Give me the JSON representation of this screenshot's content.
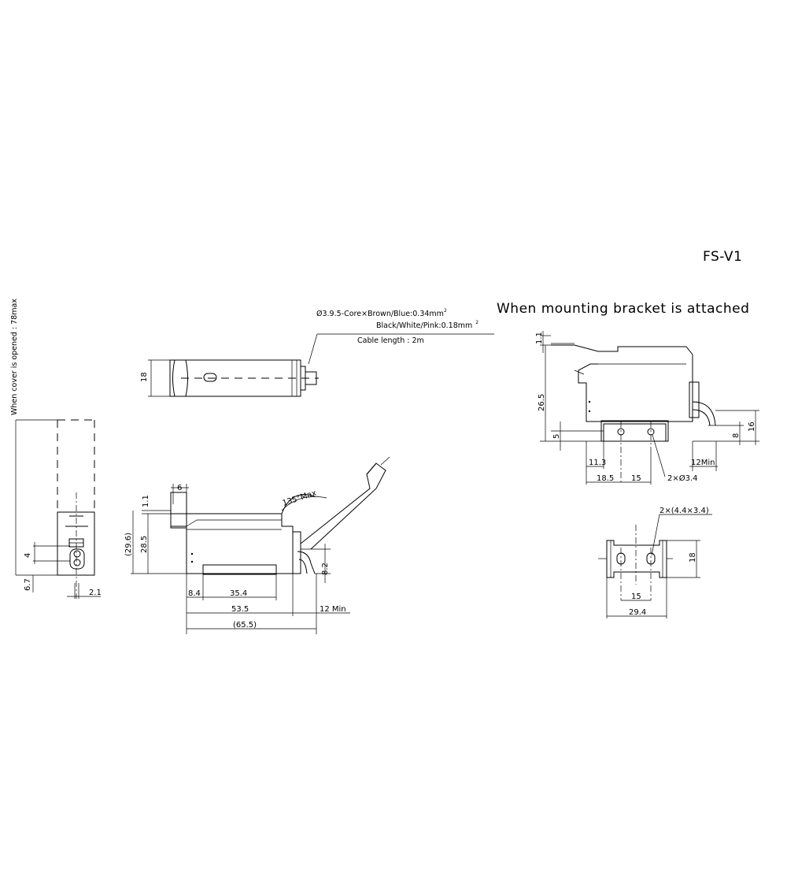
{
  "header": {
    "model": "FS-V1",
    "bracket_note": "When mounting bracket is attached"
  },
  "cable": {
    "line1": "Ø3.9.5-Core×Brown/Blue:0.34mm",
    "line1_sup": "2",
    "line2": "Black/White/Pink:0.18mm",
    "line2_sup": "2",
    "length": "Cable length : 2m"
  },
  "side_view": {
    "cover_note": "When cover is opened : 78max",
    "dim_4": "4",
    "dim_6_7": "6.7",
    "dim_2_1": "2.1"
  },
  "top_view": {
    "dim_18": "18"
  },
  "front_view": {
    "dim_6": "6",
    "dim_1_1": "1.1",
    "dim_29_6": "(29.6)",
    "dim_28_5": "28.5",
    "dim_8_4": "8.4",
    "dim_35_4": "35.4",
    "dim_53_5": "53.5",
    "dim_65_5": "(65.5)",
    "dim_12_min": "12 Min",
    "dim_8_2": "8.2",
    "angle": "135°Max"
  },
  "bracket_side": {
    "dim_1_1": "1.1",
    "dim_26_5": "26.5",
    "dim_5": "5",
    "dim_8": "8",
    "dim_16": "16",
    "dim_11_3": "11.3",
    "dim_18_5": "18.5",
    "dim_15": "15",
    "holes": "2×Ø3.4",
    "dim_12_min": "12Min"
  },
  "bracket_bottom": {
    "slots": "2×(4.4×3.4)",
    "dim_18": "18",
    "dim_15": "15",
    "dim_29_4": "29.4"
  }
}
